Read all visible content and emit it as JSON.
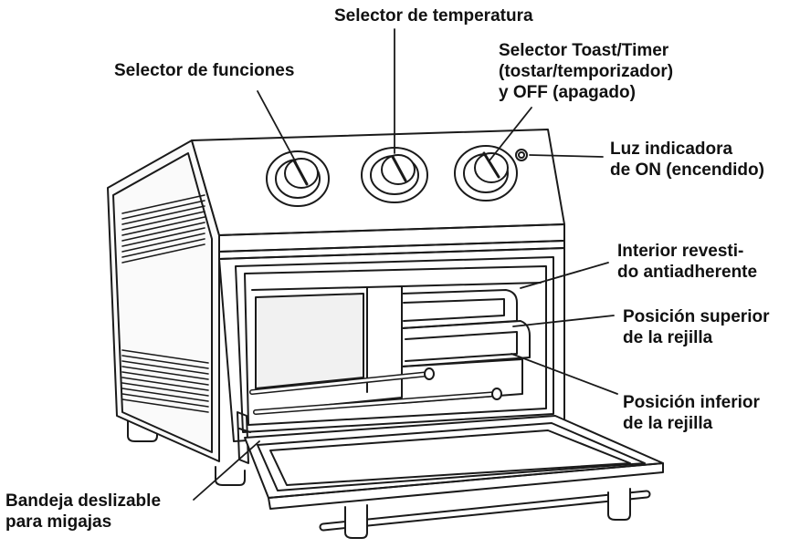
{
  "labels": {
    "temperature_selector": "Selector de temperatura",
    "function_selector": "Selector de funciones",
    "toast_timer_selector": [
      "Selector Toast/Timer",
      "(tostar/temporizador)",
      "y OFF (apagado)"
    ],
    "on_indicator_light": [
      "Luz indicadora",
      "de ON (encendido)"
    ],
    "nonstick_interior": [
      "Interior revesti-",
      "do antiadherente"
    ],
    "upper_rack_position": [
      "Posición superior",
      "de la rejilla"
    ],
    "lower_rack_position": [
      "Posición inferior",
      "de la rejilla"
    ],
    "crumb_tray": [
      "Bandeja deslizable",
      "para migajas"
    ]
  },
  "colors": {
    "ink": "#1a1a1a",
    "background": "#ffffff",
    "shade": "#e9e9e9"
  }
}
